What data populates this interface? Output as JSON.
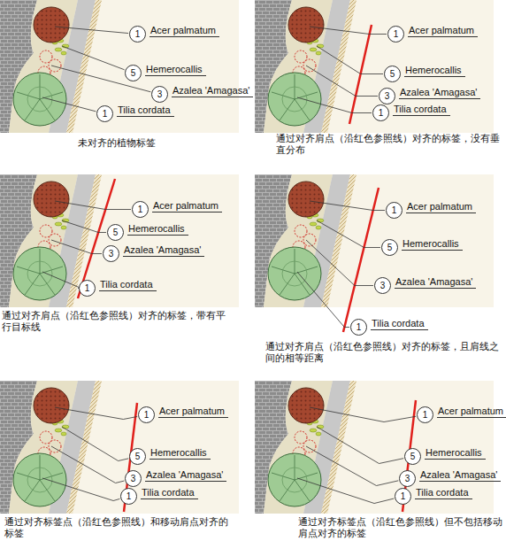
{
  "diagram": {
    "nodes": [
      {
        "text": [
          "1",
          "Acer palmatum"
        ]
      },
      {
        "text": [
          "5",
          "Hemerocallis"
        ]
      },
      {
        "text": [
          "3",
          "Azalea 'Amagasa'"
        ]
      },
      {
        "text": [
          "1",
          "Tilia cordata"
        ]
      },
      {
        "text": [
          "1",
          "Acer palmatum"
        ]
      },
      {
        "text": [
          "5",
          "Hemerocallis"
        ]
      },
      {
        "text": [
          "3",
          "Azalea 'Amagasa'"
        ]
      },
      {
        "text": [
          "1",
          "Tilia cordata"
        ]
      },
      {
        "text": [
          "1",
          "Acer palmatum"
        ]
      },
      {
        "text": [
          "5",
          "Hemerocallis"
        ]
      },
      {
        "text": [
          "3",
          "Azalea 'Amagasa'"
        ]
      },
      {
        "text": [
          "1",
          "Tilia cordata"
        ]
      },
      {
        "text": [
          "1",
          "Acer palmatum"
        ]
      },
      {
        "text": [
          "5",
          "Hemerocallis"
        ]
      },
      {
        "text": [
          "3",
          "Azalea 'Amagasa'"
        ]
      },
      {
        "text": [
          "1",
          "Tilia cordata"
        ]
      },
      {
        "text": [
          "1",
          "Acer palmatum"
        ]
      },
      {
        "text": [
          "5",
          "Hemerocallis"
        ]
      },
      {
        "text": [
          "3",
          "Azalea 'Amagasa'"
        ]
      },
      {
        "text": [
          "1",
          "Tilia cordata"
        ]
      },
      {
        "text": [
          "1",
          "Acer palmatum"
        ]
      },
      {
        "text": [
          "5",
          "Hemerocallis"
        ]
      },
      {
        "text": [
          "3",
          "Azalea 'Amagasa'"
        ]
      },
      {
        "text": [
          "1",
          "Tilia cordata"
        ]
      }
    ],
    "labels": [
      "未对齐的植物标签",
      "通过对齐肩点（沿红色参照线）对齐的标签，没有垂直分布",
      "通过对齐肩点（沿红色参照线）对齐的标签，带有平行目标线",
      "通过对齐肩点（沿红色参照线）对齐的标签，且肩线之间的相等距离",
      "通过对齐标签点（沿红色参照线）和移动肩点对齐的标签",
      "通过对齐标签点（沿红色参照线）但不包括移动肩点对齐的标签"
    ]
  }
}
